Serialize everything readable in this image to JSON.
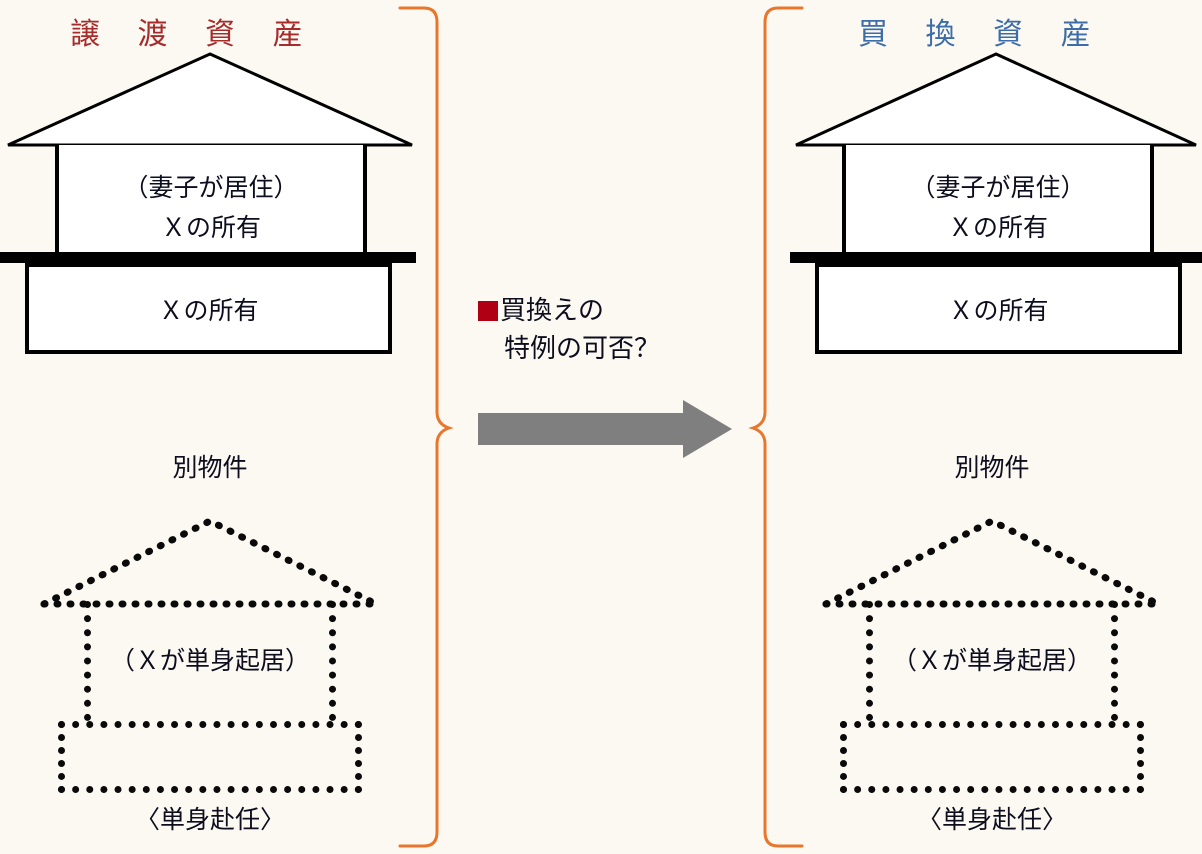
{
  "page": {
    "background_color": "#FBF9F2",
    "title_left": "譲 渡 資 産",
    "title_right": "買 換 資 産"
  },
  "colors": {
    "title_left": "#A62B2B",
    "title_right": "#3D6DA8",
    "bracket": "#E8762C",
    "arrow": "#7F7F7F",
    "bullet_square": "#B00014",
    "outline": "#000000",
    "text": "#0D0D1E"
  },
  "left_column": {
    "heading": "譲 渡 資 産",
    "primary_house": {
      "wall_line_1": "（妻子が居住）",
      "wall_line_2": "Ｘの所有",
      "base_text": "Ｘの所有"
    },
    "secondary_house": {
      "label_above": "別物件",
      "wall_text": "（Ｘが単身起居）",
      "base_text": "",
      "label_below": "〈単身赴任〉"
    }
  },
  "right_column": {
    "heading": "買 換 資 産",
    "primary_house": {
      "wall_line_1": "（妻子が居住）",
      "wall_line_2": "Ｘの所有",
      "base_text": "Ｘの所有"
    },
    "secondary_house": {
      "label_above": "別物件",
      "wall_text": "（Ｘが単身起居）",
      "base_text": "",
      "label_below": "〈単身赴任〉"
    }
  },
  "center": {
    "bullet": "■",
    "note_line_1": "買換えの",
    "note_line_2": "特例の可否？",
    "arrow_direction": "right"
  },
  "icons": {
    "bullet_square": "red-square-icon",
    "arrow": "right-arrow-icon",
    "bracket_left": "right-facing-bracket-icon",
    "bracket_right": "left-facing-bracket-icon"
  }
}
